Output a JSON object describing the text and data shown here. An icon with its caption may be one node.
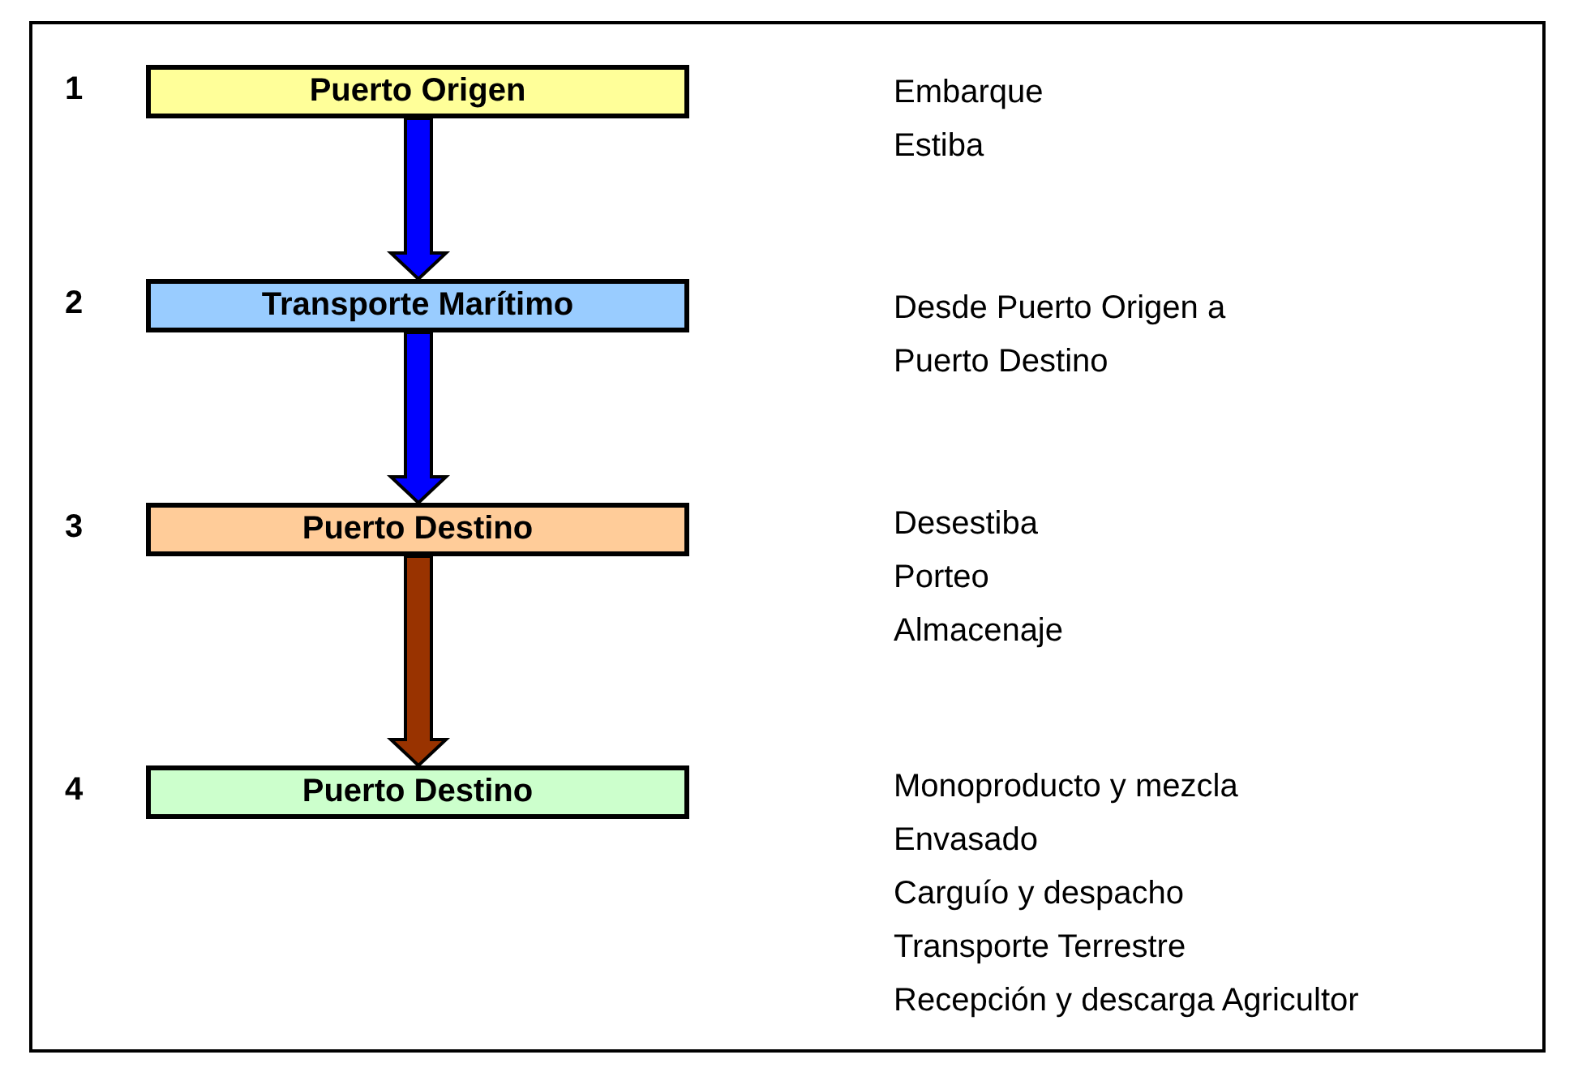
{
  "diagram": {
    "nodes": [
      {
        "text": [
          "Puerto Origen"
        ],
        "beside": [
          "1"
        ]
      },
      {
        "text": [
          "Transporte Marítimo"
        ],
        "beside": [
          "2"
        ]
      },
      {
        "text": [
          "Puerto Destino"
        ],
        "beside": [
          "3"
        ]
      },
      {
        "text": [
          "Puerto Destino"
        ],
        "beside": [
          "4"
        ]
      }
    ],
    "edges": [
      {
        "from": 0,
        "to": 1,
        "arrow": "to",
        "style": "thick"
      },
      {
        "from": 1,
        "to": 2,
        "arrow": "to",
        "style": "thick"
      },
      {
        "from": 2,
        "to": 3,
        "arrow": "to",
        "style": "thick",
        "color": "#993300"
      }
    ],
    "labels": [
      "Embarque",
      "Estiba",
      "Desde Puerto Origen a Puerto Destino",
      "Desestiba",
      "Porteo",
      "Almacenaje",
      "Monoproducto y mezcla",
      "Envasado",
      "Carguío y despacho",
      "Transporte Terrestre",
      "Recepción y descarga Agricultor"
    ]
  }
}
